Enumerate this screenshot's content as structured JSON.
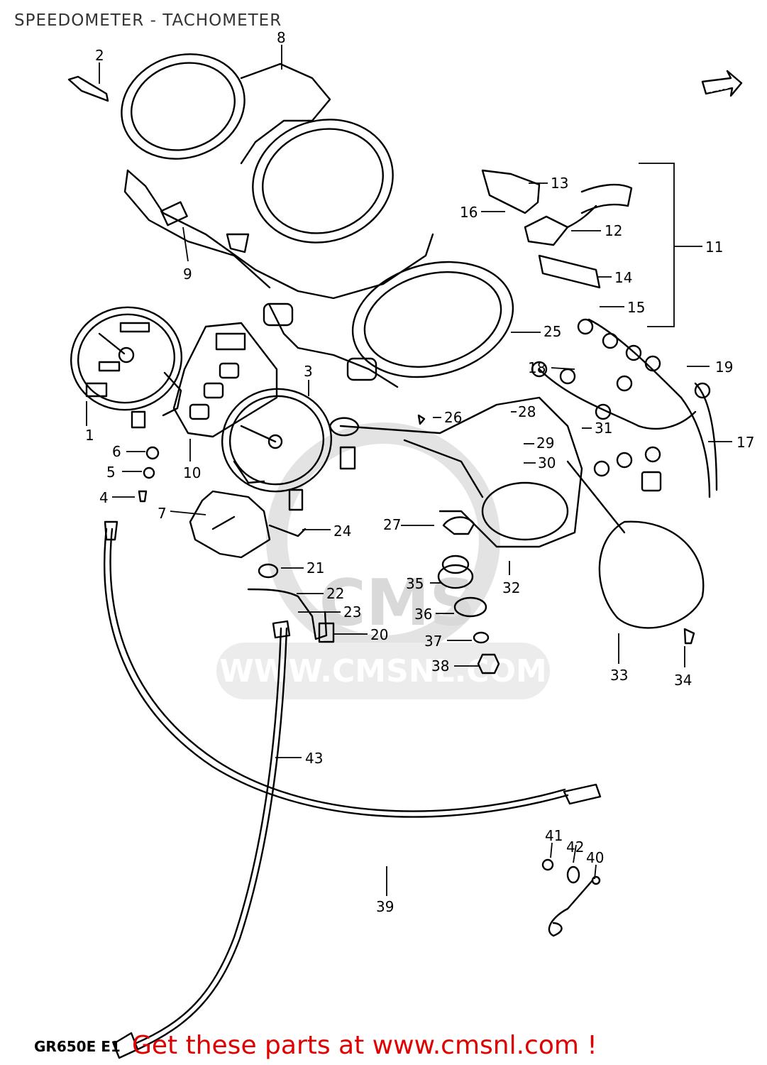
{
  "title": "SPEEDOMETER - TACHOMETER",
  "model_code": "GR650E E1",
  "promo_text": "Get these parts at www.cmsnl.com !",
  "direction_label": "FWD",
  "watermark": {
    "logo_text": "CMS",
    "url_text": "WWW.CMSNL.COM"
  },
  "part_numbers": [
    "1",
    "2",
    "3",
    "4",
    "5",
    "6",
    "7",
    "8",
    "9",
    "10",
    "11",
    "12",
    "13",
    "14",
    "15",
    "16",
    "17",
    "18",
    "19",
    "20",
    "21",
    "22",
    "23",
    "24",
    "25",
    "26",
    "27",
    "28",
    "29",
    "30",
    "31",
    "32",
    "33",
    "34",
    "35",
    "36",
    "37",
    "38",
    "39",
    "40",
    "41",
    "42",
    "43"
  ],
  "colors": {
    "promo": "#e00000",
    "line": "#000000",
    "watermark": "#d9d9d9"
  }
}
